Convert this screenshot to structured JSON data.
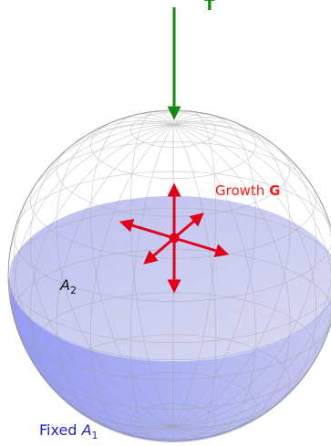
{
  "labels": {
    "tension": "T",
    "growth_word": "Growth",
    "growth_symbol": "G",
    "a2_letter": "A",
    "a2_sub": "2",
    "fixed_word": "Fixed",
    "a1_letter": "A",
    "a1_sub": "1"
  },
  "colors": {
    "tension_arrow": "#138a13",
    "growth_arrows": "#e0001a",
    "growth_label": "#ff1a1a",
    "fixed_region": "#9ea4f0",
    "a2_region": "#b9bcee",
    "mesh": "#9a9a9a",
    "fixed_label": "#2222cc"
  },
  "growth_arrow_count": 6
}
